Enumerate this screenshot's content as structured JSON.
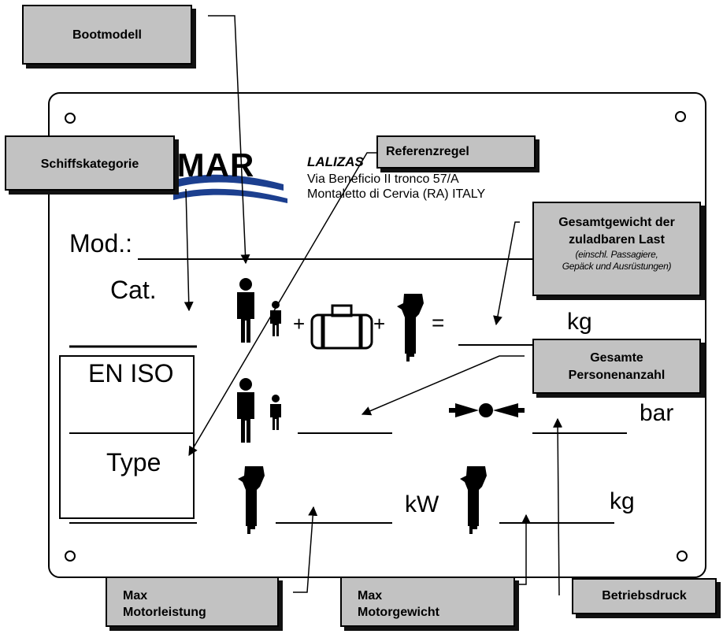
{
  "plate": {
    "brand_fragment": "IMAR",
    "company": "LALIZAS",
    "address_line1": "Via Beneficio II tronco 57/A",
    "address_line2": "Montaletto di Cervia (RA) ITALY",
    "model_label": "Mod.:",
    "category_label": "Cat.",
    "standard_label": "EN ISO",
    "type_label": "Type",
    "plus_1": "+",
    "plus_2": "+",
    "equals": "=",
    "unit_load": "kg",
    "unit_pressure": "bar",
    "unit_power": "kW",
    "unit_motor_weight": "kg"
  },
  "callouts": {
    "boat_model": "Bootmodell",
    "ship_category": "Schiffskategorie",
    "reference_rule": "Referenzregel",
    "total_load_line1": "Gesamtgewicht der",
    "total_load_line2": "zuladbaren Last",
    "total_load_note1": "(einschl. Passagiere,",
    "total_load_note2": "Gepäck und Ausrüstungen)",
    "total_persons_line1": "Gesamte",
    "total_persons_line2": "Personenanzahl",
    "max_power_line1": "Max",
    "max_power_line2": "Motorleistung",
    "max_motor_weight_line1": "Max",
    "max_motor_weight_line2": "Motorgewicht",
    "operating_pressure": "Betriebsdruck"
  },
  "icons": [
    "adult-icon",
    "child-icon",
    "luggage-icon",
    "outboard-motor-icon",
    "pressure-valve-icon"
  ],
  "colors": {
    "callout_fill": "#c2c2c2",
    "logo_blue": "#1c3f8f",
    "ink": "#000000"
  }
}
